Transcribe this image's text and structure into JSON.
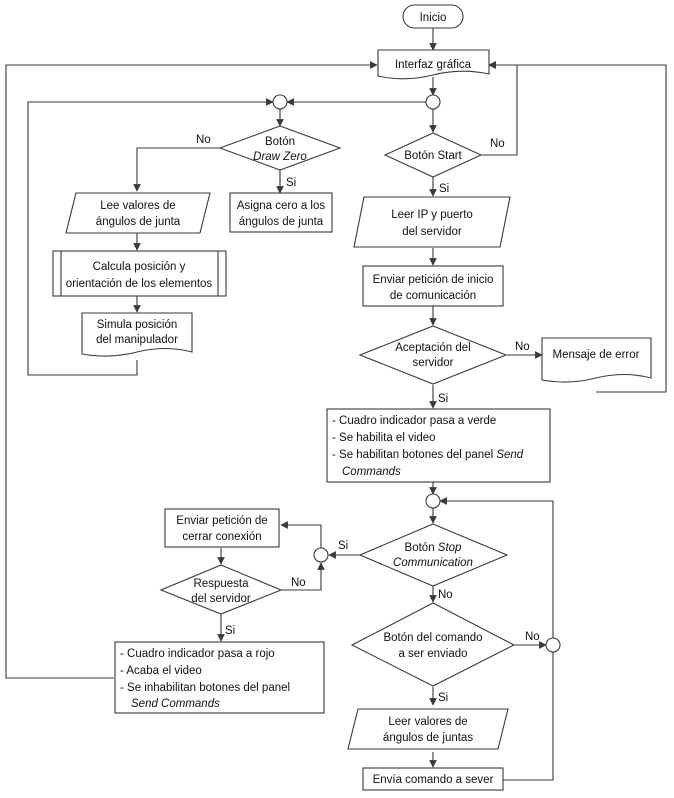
{
  "start": "Inicio",
  "gui": "Interfaz gráfica",
  "draw_zero": {
    "line1": "Botón",
    "line2": "Draw Zero",
    "no": "No",
    "yes": "Si"
  },
  "assign_zero": {
    "line1": "Asigna cero a los",
    "line2": "ángulos de junta"
  },
  "read_joints": {
    "line1": "Lee valores de",
    "line2": "ángulos de junta"
  },
  "calc_pose": {
    "line1": "Calcula posición y",
    "line2": "orientación de los elementos"
  },
  "simulate": {
    "line1": "Simula posición",
    "line2": "del manipulador"
  },
  "start_button": {
    "label": "Botón Start",
    "no": "No",
    "yes": "Si"
  },
  "read_ip": {
    "line1": "Leer IP y puerto",
    "line2": "del servidor"
  },
  "send_start": {
    "line1": "Enviar petición de inicio",
    "line2": "de comunicación"
  },
  "server_accept": {
    "line1": "Aceptación del",
    "line2": "servidor",
    "no": "No",
    "yes": "Si"
  },
  "error_msg": "Mensaje de error",
  "green_block": {
    "line1": "- Cuadro indicador pasa a verde",
    "line2": "- Se habilita el video",
    "line3a": "- Se habilitan botones del panel ",
    "line3b": "Send",
    "line4": "Commands"
  },
  "stop_button": {
    "line1a": "Botón ",
    "line1b": "Stop",
    "line2": "Communication",
    "no": "No",
    "yes": "Si"
  },
  "send_close": {
    "line1": "Enviar petición de",
    "line2": "cerrar conexión"
  },
  "server_resp": {
    "line1": "Respuesta",
    "line2": "del servidor",
    "no": "No",
    "yes": "Si"
  },
  "red_block": {
    "line1": "- Cuadro indicador pasa a rojo",
    "line2": "- Acaba el video",
    "line3": "- Se inhabilitan botones del panel",
    "line4": "Send  Commands"
  },
  "cmd_button": {
    "line1": "Botón del comando",
    "line2": "a ser enviado",
    "no": "No",
    "yes": "Si"
  },
  "read_joints2": {
    "line1": "Leer valores de",
    "line2": "ángulos de juntas"
  },
  "send_cmd": "Envía comando a sever"
}
